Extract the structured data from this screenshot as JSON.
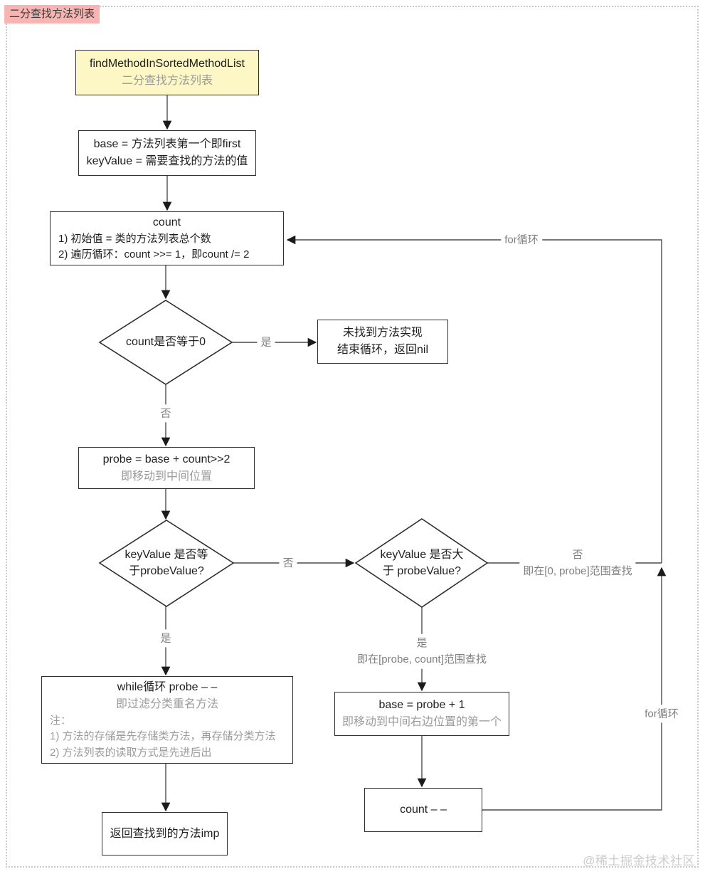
{
  "badge": {
    "text": "二分查找方法列表"
  },
  "watermark": "@稀土掘金技术社区",
  "colors": {
    "badge_bg": "#f6b5b2",
    "badge_text": "#3b3b3b",
    "start_bg": "#fcf7c4",
    "box_border": "#2e2e2e",
    "line": "#4c4c4c",
    "arrow": "#1b1b1b",
    "text_primary": "#1e1e1e",
    "text_muted": "#9b9b9b",
    "label": "#7f7f7f",
    "watermark": "#cccccc",
    "page_border": "#c9c9c9"
  },
  "nodes": {
    "start": {
      "title": "findMethodInSortedMethodList",
      "subtitle": "二分查找方法列表"
    },
    "init": {
      "line1": "base = 方法列表第一个即first",
      "line2": "keyValue = 需要查找的方法的值"
    },
    "count": {
      "title": "count",
      "item1": "1) 初始值 = 类的方法列表总个数",
      "item2": "2) 遍历循环：count >>= 1，即count /= 2"
    },
    "decision_count_zero": {
      "text": "count是否等于0"
    },
    "not_found": {
      "line1": "未找到方法实现",
      "line2": "结束循环，返回nil"
    },
    "probe": {
      "line1": "probe = base + count>>2",
      "line2": "即移动到中间位置"
    },
    "decision_equal": {
      "line1": "keyValue 是否等",
      "line2": "于probeValue?"
    },
    "decision_greater": {
      "line1": "keyValue 是否大",
      "line2": "于 probeValue?"
    },
    "while_loop": {
      "line1": "while循环 probe – –",
      "line2": "即过滤分类重名方法",
      "note": "注：",
      "item1": "1) 方法的存储是先存储类方法，再存储分类方法",
      "item2": "2) 方法列表的读取方式是先进后出"
    },
    "return_imp": {
      "text": "返回查找到的方法imp"
    },
    "base_probe": {
      "line1": "base = probe + 1",
      "line2": "即移动到中间右边位置的第一个"
    },
    "count_dec": {
      "text": "count – –"
    }
  },
  "labels": {
    "yes1": "是",
    "no1": "否",
    "no2": "否",
    "yes2": "是",
    "no3_line1": "否",
    "no3_line2": "即在[0, probe]范围查找",
    "yes3_line1": "是",
    "yes3_line2": "即在[probe, count]范围查找",
    "for_top": "for循环",
    "for_right": "for循环"
  }
}
